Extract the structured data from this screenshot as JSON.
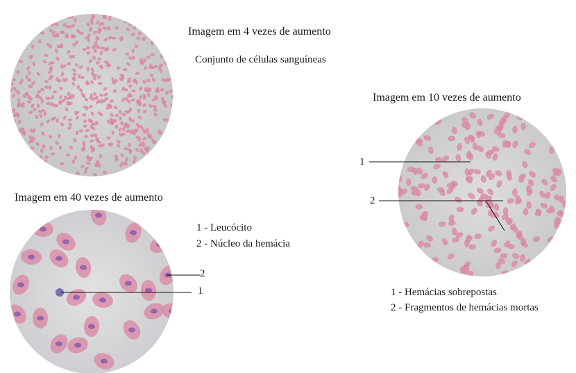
{
  "panel_4x": {
    "title": "Imagem em 4 vezes de aumento",
    "caption": "Conjunto de células sanguíneas"
  },
  "panel_10x": {
    "title": "Imagem em 10 vezes de aumento",
    "marker_1": "1",
    "marker_2": "2",
    "legend_1": "1 - Hemácias sobrepostas",
    "legend_2": "2 - Fragmentos de hemácias mortas"
  },
  "panel_40x": {
    "title": "Imagem em 40 vezes de aumento",
    "legend_1": "1 - Leucócito",
    "legend_2": "2 - Núcleo da hemácia",
    "marker_1": "1",
    "marker_2": "2"
  },
  "colors": {
    "background_field": "#cfcfd0",
    "cell_pink": "#d98aa6",
    "cell_nucleus": "#8a5aa8",
    "leader_line": "#111111"
  }
}
